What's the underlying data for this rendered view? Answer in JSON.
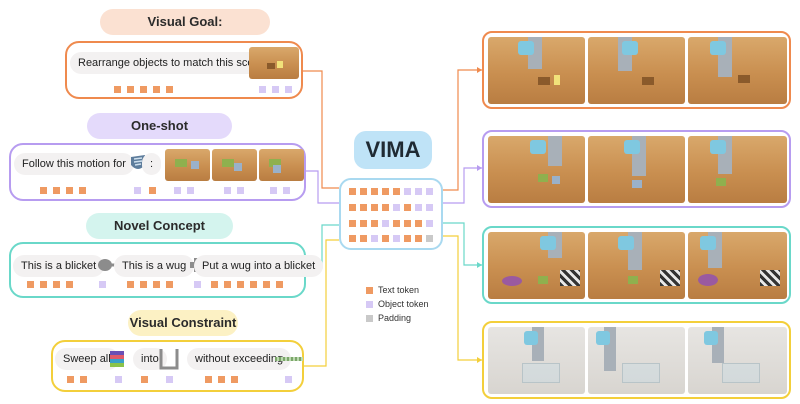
{
  "center": {
    "title": "VIMA",
    "legend": {
      "text_token": "Text token",
      "object_token": "Object token",
      "padding": "Padding"
    }
  },
  "tasks": [
    {
      "title": "Visual Goal: Rearrangement",
      "color": "#ef8a4e",
      "title_bg": "#fbe1d2",
      "prompt": [
        "Rearrange objects to match this scene:"
      ]
    },
    {
      "title": "One-shot Demonstration",
      "color": "#b79cf0",
      "title_bg": "#e4dafb",
      "prompt": [
        "Follow this motion for",
        ":"
      ]
    },
    {
      "title": "Novel Concept Grounding",
      "color": "#6ad8c9",
      "title_bg": "#d4f4ee",
      "prompt": [
        "This is a blicket",
        "This is a wug",
        "Put a wug into a blicket"
      ]
    },
    {
      "title": "Visual Constraint",
      "color": "#f3cf3b",
      "title_bg": "#fcf1c4",
      "prompt": [
        "Sweep all",
        "into",
        "without exceeding"
      ]
    }
  ]
}
